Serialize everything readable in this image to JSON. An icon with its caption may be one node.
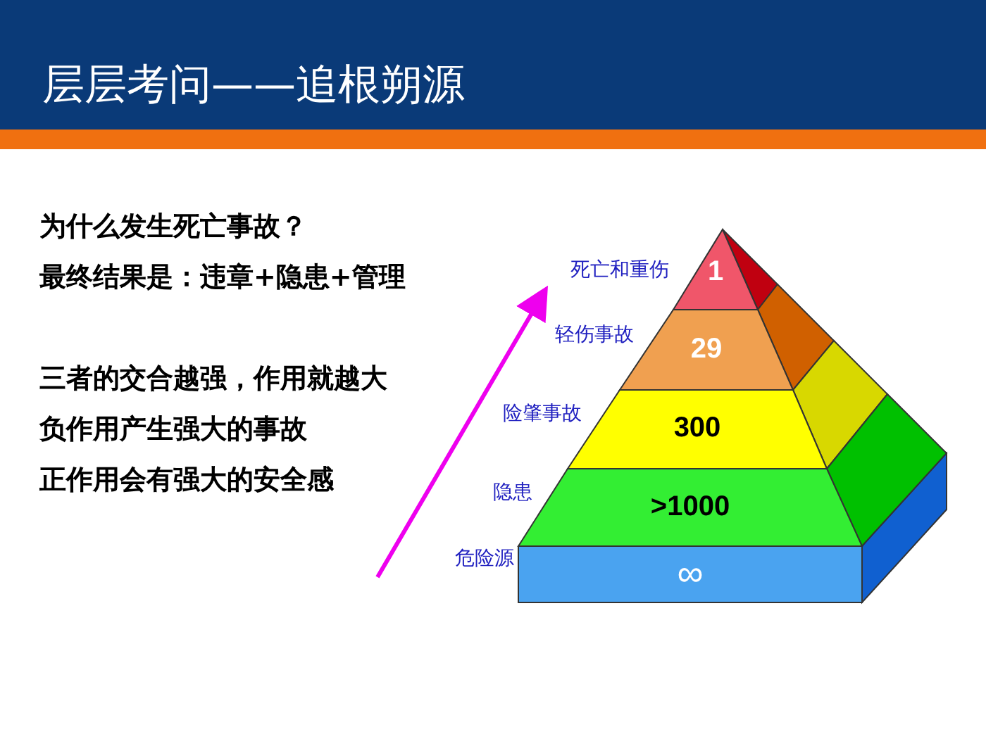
{
  "diagram": {
    "title": "层层考问——追根朔源",
    "nodes": [
      {
        "text": [
          "1"
        ],
        "beside": [
          "死亡和重伤"
        ]
      },
      {
        "text": [
          "29"
        ],
        "beside": [
          "轻伤事故"
        ]
      },
      {
        "text": [
          "300"
        ],
        "beside": [
          "险肇事故"
        ]
      },
      {
        "text": [
          ">1000"
        ],
        "beside": [
          "隐患"
        ]
      },
      {
        "text": [
          "∞"
        ],
        "beside": [
          "危险源"
        ]
      }
    ],
    "labels": [
      "为什么发生死亡事故？",
      "最终结果是：违章+隐患+管理",
      "三者的交合越强，作用就越大",
      "负作用产生强大的事故",
      "正作用会有强大的安全感"
    ]
  }
}
